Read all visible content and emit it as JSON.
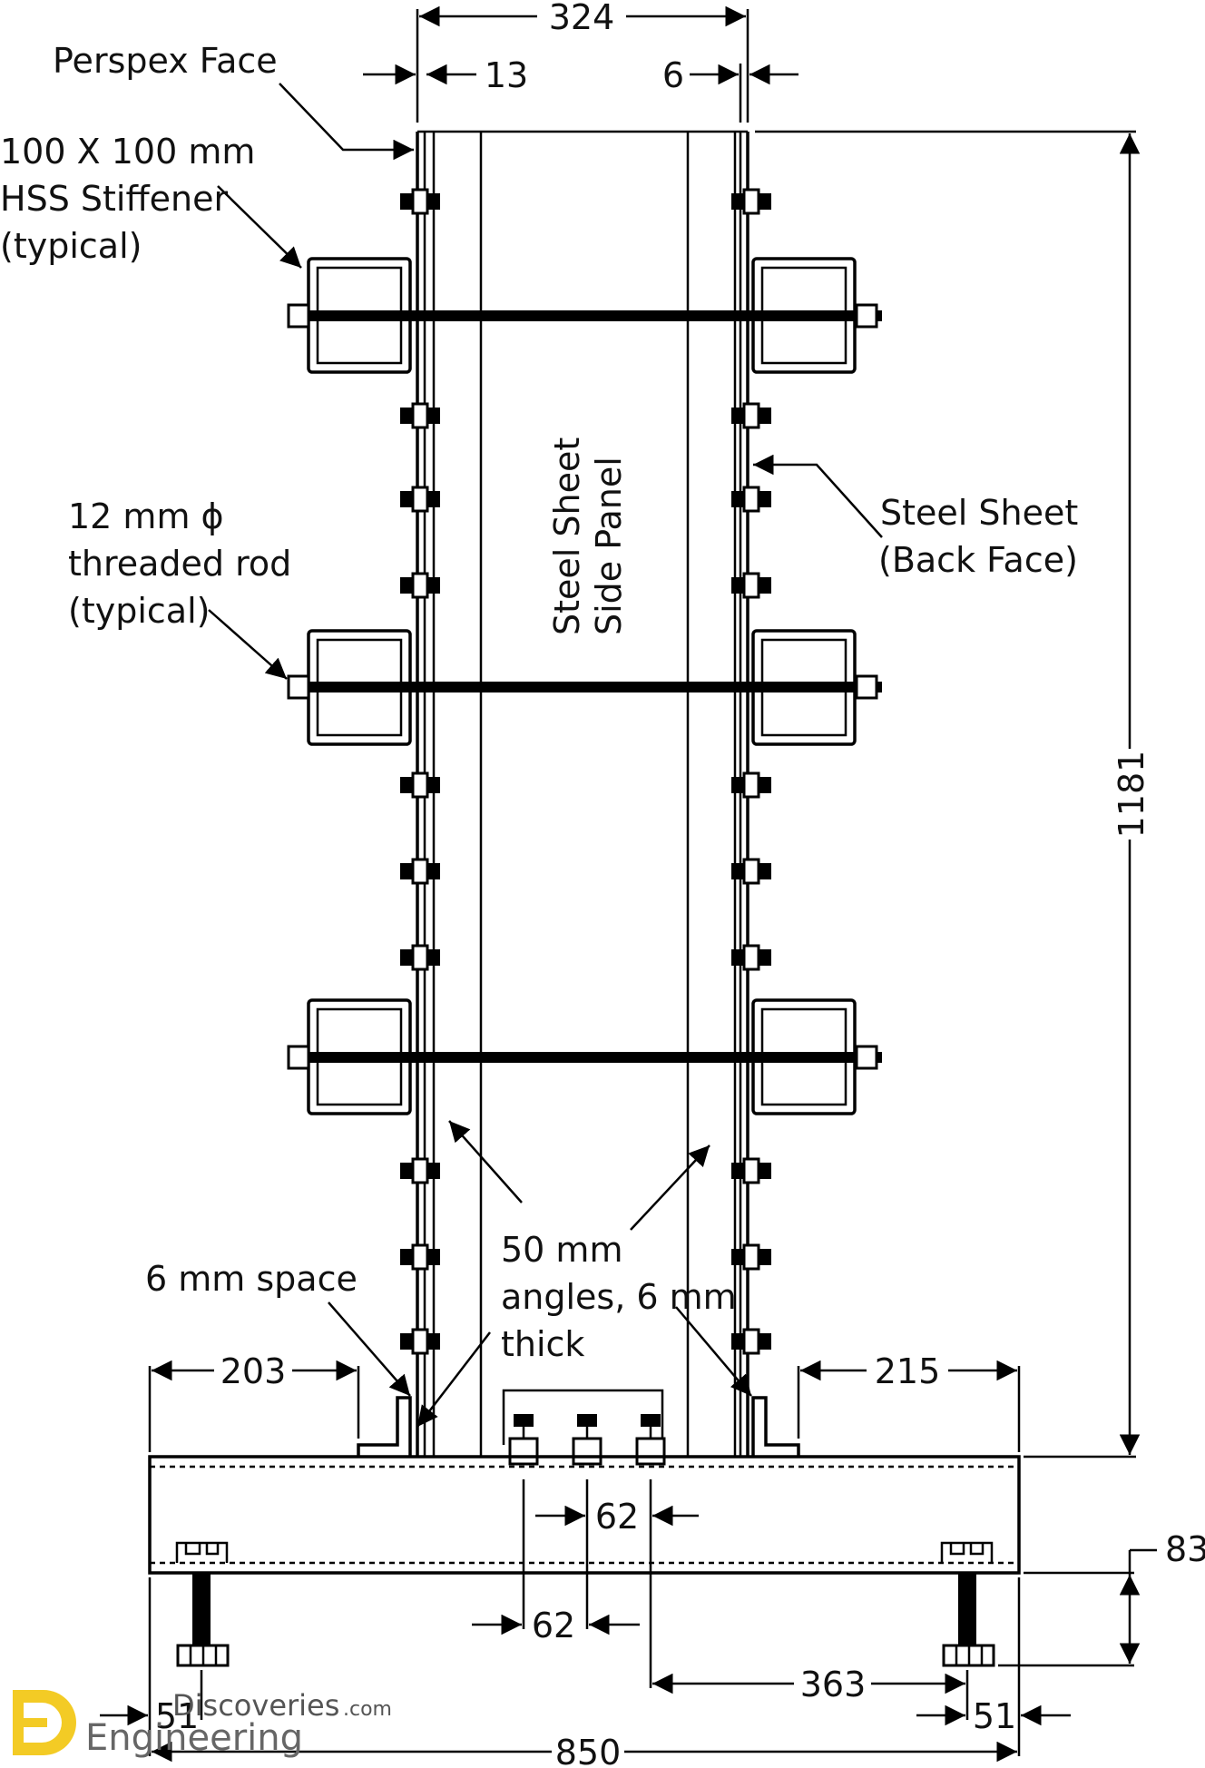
{
  "labels": {
    "perspex_face": "Perspex Face",
    "hss_line1": "100 X 100 mm",
    "hss_line2": "HSS Stiffener",
    "hss_line3": "(typical)",
    "rod_line1": "12 mm ϕ",
    "rod_line2": "threaded rod",
    "rod_line3": "(typical)",
    "side_panel_line1": "Steel Sheet",
    "side_panel_line2": "Side Panel",
    "back_face_line1": "Steel Sheet",
    "back_face_line2": "(Back Face)",
    "space": "6 mm space",
    "angles_line1": "50 mm",
    "angles_line2": "angles, 6 mm",
    "angles_line3": "thick"
  },
  "dimensions": {
    "top_width": "324",
    "left_gap": "13",
    "right_gap": "6",
    "height": "1181",
    "left_base": "203",
    "right_base": "215",
    "spacing_upper": "62",
    "spacing_lower": "62",
    "base_height": "83",
    "offset": "363",
    "left_foot": "51",
    "right_foot": "51",
    "total_width": "850"
  },
  "watermark": {
    "tag": "Discoveries",
    "domain": ".com",
    "main": "Engineering"
  }
}
